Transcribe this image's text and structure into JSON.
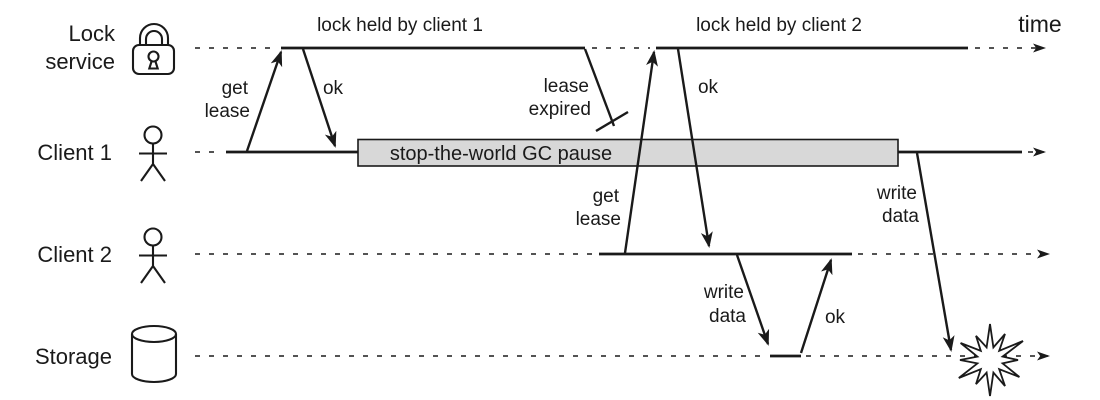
{
  "colors": {
    "stroke": "#1a1a1a",
    "gc_fill": "#d8d8d8",
    "bg": "#ffffff"
  },
  "time_label": "time",
  "lanes": {
    "lock_service": {
      "line1": "Lock",
      "line2": "service",
      "icon": "padlock-icon"
    },
    "client1": {
      "label": "Client 1",
      "icon": "person-icon"
    },
    "client2": {
      "label": "Client 2",
      "icon": "person-icon"
    },
    "storage": {
      "label": "Storage",
      "icon": "database-icon"
    }
  },
  "spans": {
    "lock_held_1": "lock held by client 1",
    "lock_held_2": "lock held by client 2",
    "gc_pause": "stop-the-world GC pause"
  },
  "messages": {
    "c1_get": {
      "line1": "get",
      "line2": "lease"
    },
    "c1_ok": "ok",
    "lease_expired": {
      "line1": "lease",
      "line2": "expired"
    },
    "c2_get": {
      "line1": "get",
      "line2": "lease"
    },
    "c2_ok": "ok",
    "c2_write": {
      "line1": "write",
      "line2": "data"
    },
    "storage_ok": "ok",
    "c1_write": {
      "line1": "write",
      "line2": "data"
    }
  }
}
